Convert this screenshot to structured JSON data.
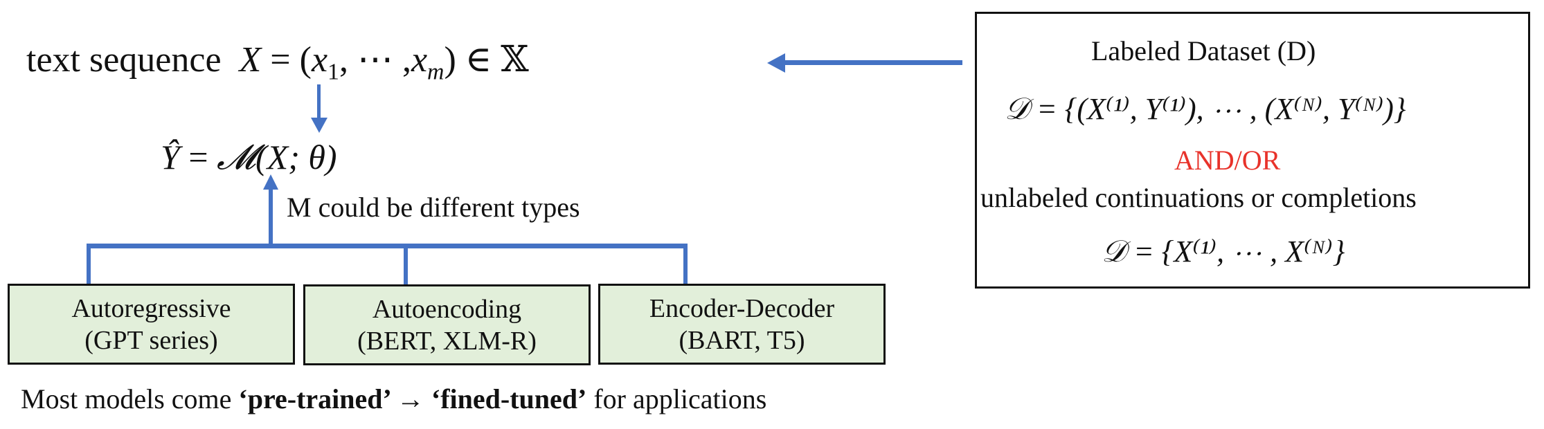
{
  "input_label": "text sequence",
  "input_formula": {
    "var": "X",
    "eq": "=",
    "open": "(",
    "x1": "x",
    "sub1": "1",
    "dots": ", ⋯ ,",
    "xm": "x",
    "subm": "m",
    "close": ")",
    "in": "∈",
    "set": "𝕏"
  },
  "output_formula": {
    "yhat": "Ŷ",
    "eq": "=",
    "model": "𝓜",
    "args": "(X; θ)"
  },
  "model_note": "M could be different types",
  "model_types": [
    {
      "name": "Autoregressive",
      "examples": "(GPT series)"
    },
    {
      "name": "Autoencoding",
      "examples": "(BERT, XLM-R)"
    },
    {
      "name": "Encoder-Decoder",
      "examples": "(BART, T5)"
    }
  ],
  "footer": {
    "prefix": "Most models come ",
    "pretrained": "‘pre-trained’",
    "arrow": " → ",
    "finetuned": "‘fined-tuned’",
    "suffix": " for applications"
  },
  "dataset_box": {
    "title": "Labeled Dataset (D)",
    "labeled_formula": "𝒟 = {(X⁽¹⁾, Y⁽¹⁾), ⋯ , (X⁽ᴺ⁾, Y⁽ᴺ⁾)}",
    "connector": "AND/OR",
    "unlabeled_label": "unlabeled continuations or completions",
    "unlabeled_formula": "𝒟 = {X⁽¹⁾, ⋯ , X⁽ᴺ⁾}"
  },
  "colors": {
    "arrow": "#4472c4",
    "box_fill": "#e2efda",
    "accent_red": "#e8322a"
  }
}
